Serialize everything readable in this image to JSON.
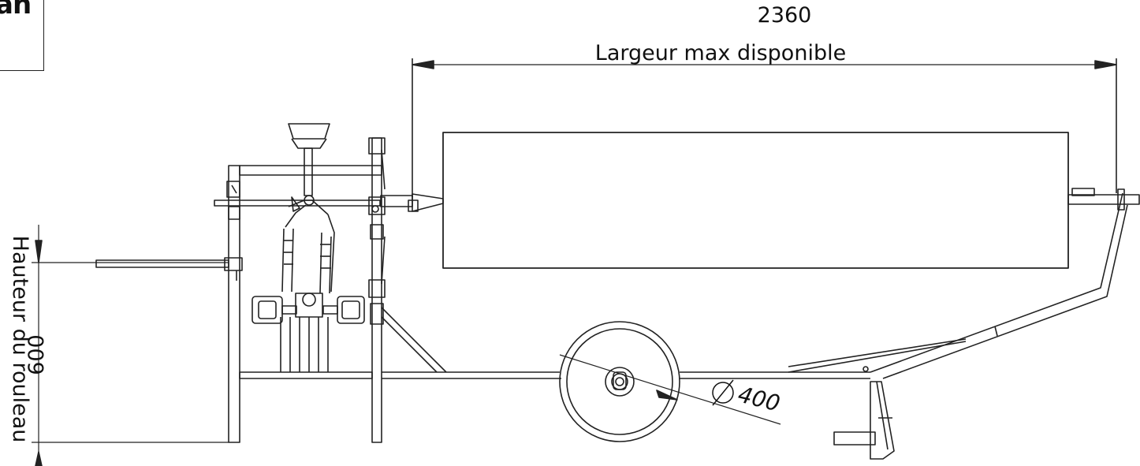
{
  "logo": {
    "text": "an"
  },
  "dimensions": {
    "width_value": "2360",
    "width_label": "Largeur max disponible",
    "height_value": "600",
    "height_label": "Hauteur du rouleau",
    "wheel_diameter": "400"
  },
  "colors": {
    "line": "#222222",
    "background": "#ffffff"
  }
}
